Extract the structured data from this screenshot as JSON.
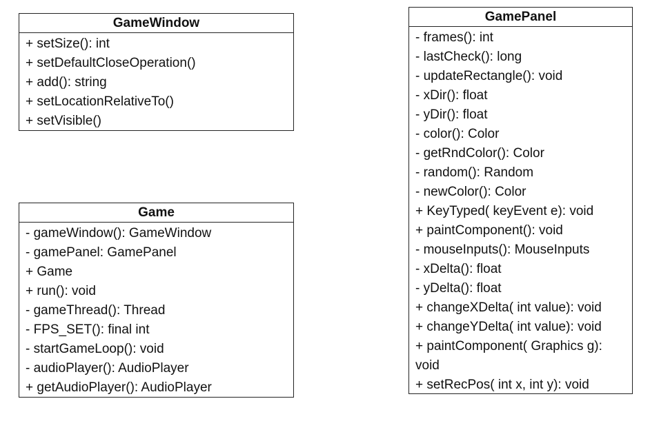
{
  "diagram": {
    "classes": [
      {
        "id": "gamewindow",
        "name": "GameWindow",
        "members": [
          "+ setSize(): int",
          "+ setDefaultCloseOperation()",
          "+ add(): string",
          "+ setLocationRelativeTo()",
          "+ setVisible()"
        ]
      },
      {
        "id": "game",
        "name": "Game",
        "members": [
          "-  gameWindow(): GameWindow",
          "- gamePanel: GamePanel",
          "+ Game",
          "+ run(): void",
          "- gameThread(): Thread",
          "- FPS_SET(): final int",
          "- startGameLoop(): void",
          "- audioPlayer(): AudioPlayer",
          "+ getAudioPlayer(): AudioPlayer"
        ]
      },
      {
        "id": "gamepanel",
        "name": "GamePanel",
        "members": [
          "- frames(): int",
          "- lastCheck(): long",
          "- updateRectangle(): void",
          "- xDir(): float",
          "- yDir(): float",
          "- color(): Color",
          "- getRndColor(): Color",
          "- random(): Random",
          "- newColor(): Color",
          "+ KeyTyped( keyEvent e): void",
          "+ paintComponent(): void",
          "-  mouseInputs(): MouseInputs",
          "- xDelta(): float",
          "- yDelta(): float",
          "+ changeXDelta( int value): void",
          "+ changeYDelta( int value): void",
          "+ paintComponent( Graphics g): void",
          "+ setRecPos( int x, int y): void"
        ]
      }
    ]
  }
}
